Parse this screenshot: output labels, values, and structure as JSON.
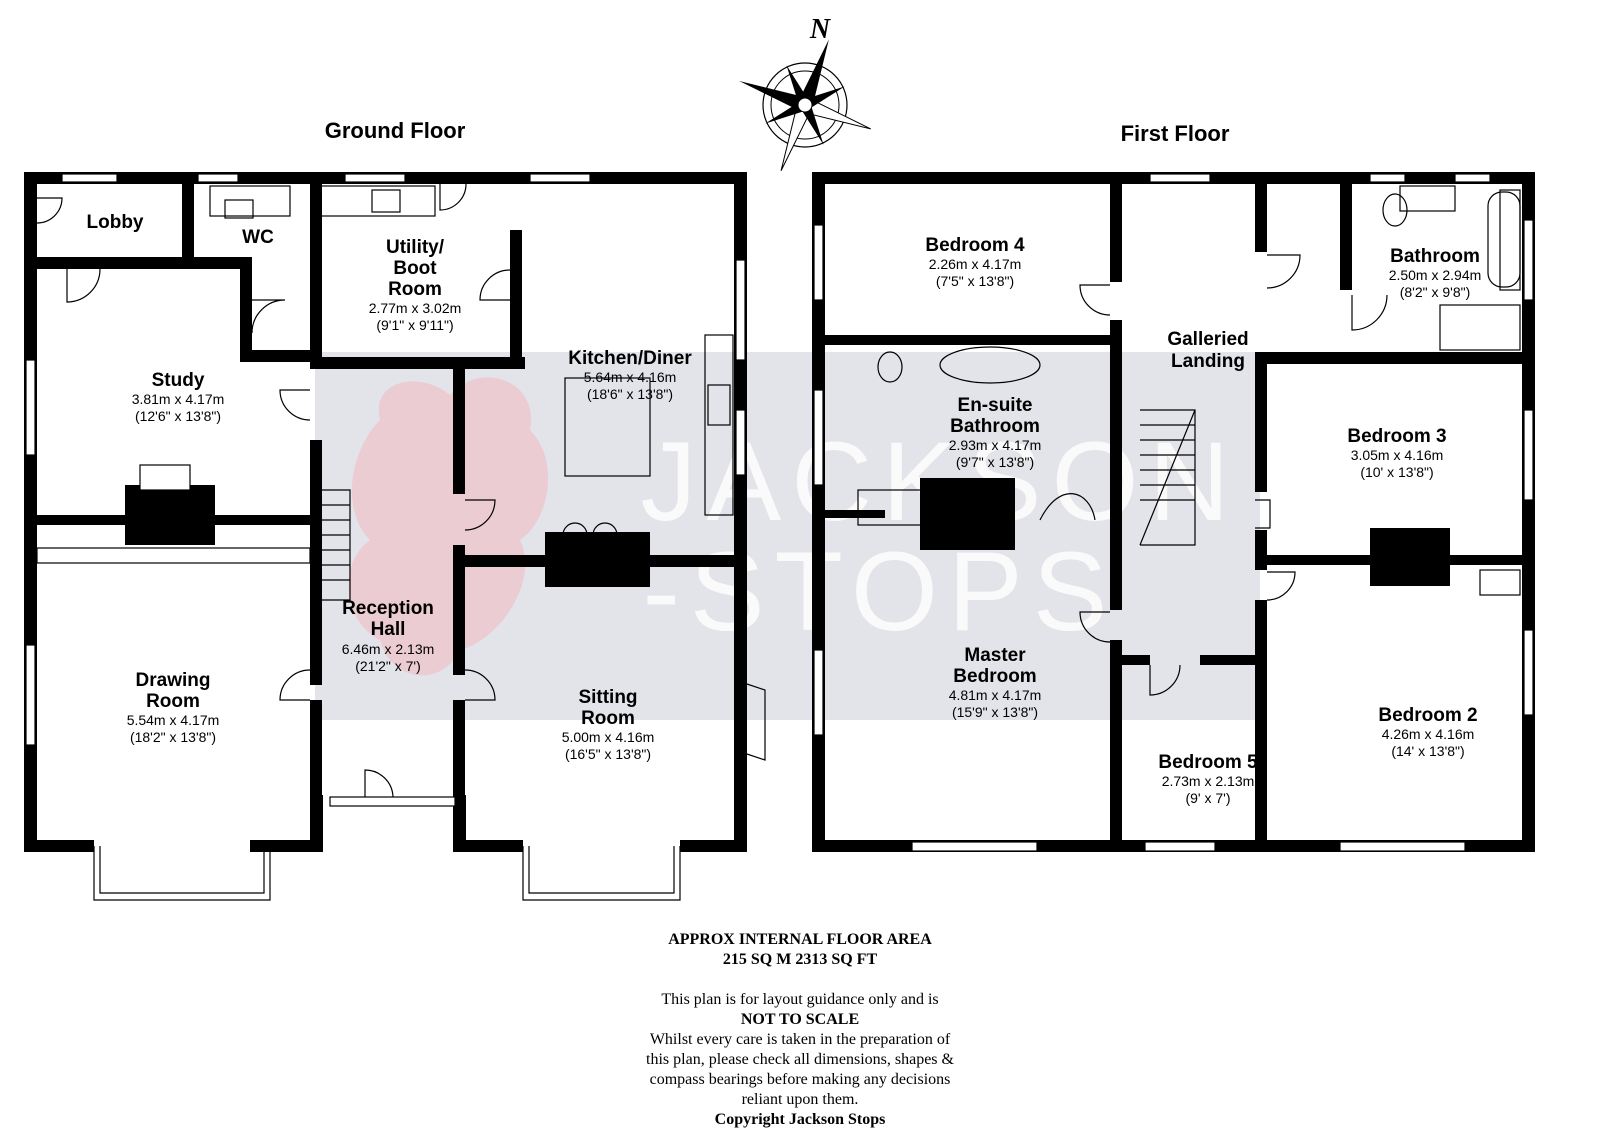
{
  "compass": {
    "north_label": "N"
  },
  "watermark": {
    "brand_text_1": "JACKSON",
    "brand_text_2": "-STOPS"
  },
  "ground_floor": {
    "title": "Ground Floor",
    "rooms": {
      "lobby": {
        "name": "Lobby"
      },
      "wc": {
        "name": "WC"
      },
      "utility": {
        "name_1": "Utility/",
        "name_2": "Boot",
        "name_3": "Room",
        "metric": "2.77m x 3.02m",
        "imperial": "(9'1\" x 9'11\")"
      },
      "study": {
        "name": "Study",
        "metric": "3.81m x 4.17m",
        "imperial": "(12'6\" x 13'8\")"
      },
      "kitchen": {
        "name": "Kitchen/Diner",
        "metric": "5.64m x 4.16m",
        "imperial": "(18'6\" x 13'8\")"
      },
      "reception": {
        "name_1": "Reception",
        "name_2": "Hall",
        "metric": "6.46m x 2.13m",
        "imperial": "(21'2\" x 7')"
      },
      "drawing": {
        "name_1": "Drawing",
        "name_2": "Room",
        "metric": "5.54m x 4.17m",
        "imperial": "(18'2\" x 13'8\")"
      },
      "sitting": {
        "name_1": "Sitting",
        "name_2": "Room",
        "metric": "5.00m x 4.16m",
        "imperial": "(16'5\" x 13'8\")"
      }
    }
  },
  "first_floor": {
    "title": "First Floor",
    "rooms": {
      "bedroom4": {
        "name": "Bedroom 4",
        "metric": "2.26m x 4.17m",
        "imperial": "(7'5\" x 13'8\")"
      },
      "bathroom": {
        "name": "Bathroom",
        "metric": "2.50m x 2.94m",
        "imperial": "(8'2\" x 9'8\")"
      },
      "landing": {
        "name_1": "Galleried",
        "name_2": "Landing"
      },
      "ensuite": {
        "name_1": "En-suite",
        "name_2": "Bathroom",
        "metric": "2.93m x 4.17m",
        "imperial": "(9'7\" x 13'8\")"
      },
      "bedroom3": {
        "name": "Bedroom 3",
        "metric": "3.05m x 4.16m",
        "imperial": "(10' x 13'8\")"
      },
      "master": {
        "name_1": "Master",
        "name_2": "Bedroom",
        "metric": "4.81m x 4.17m",
        "imperial": "(15'9\" x 13'8\")"
      },
      "bedroom5": {
        "name": "Bedroom 5",
        "metric": "2.73m x 2.13m",
        "imperial": "(9' x 7')"
      },
      "bedroom2": {
        "name": "Bedroom 2",
        "metric": "4.26m x 4.16m",
        "imperial": "(14' x 13'8\")"
      }
    }
  },
  "footer": {
    "area_line_1": "APPROX INTERNAL FLOOR AREA",
    "area_line_2": "215 SQ M 2313 SQ FT",
    "note_1": "This plan is for layout guidance only and is",
    "note_2": "NOT TO SCALE",
    "note_3": "Whilst every care is taken in the preparation of",
    "note_4": "this plan, please check all dimensions, shapes &",
    "note_5": "compass bearings before making any decisions",
    "note_6": "reliant upon them.",
    "copyright": "Copyright Jackson Stops"
  },
  "colors": {
    "wall": "#000000",
    "watermark_band": "#d9dbe3",
    "watermark_logo": "#f2b8c0"
  }
}
